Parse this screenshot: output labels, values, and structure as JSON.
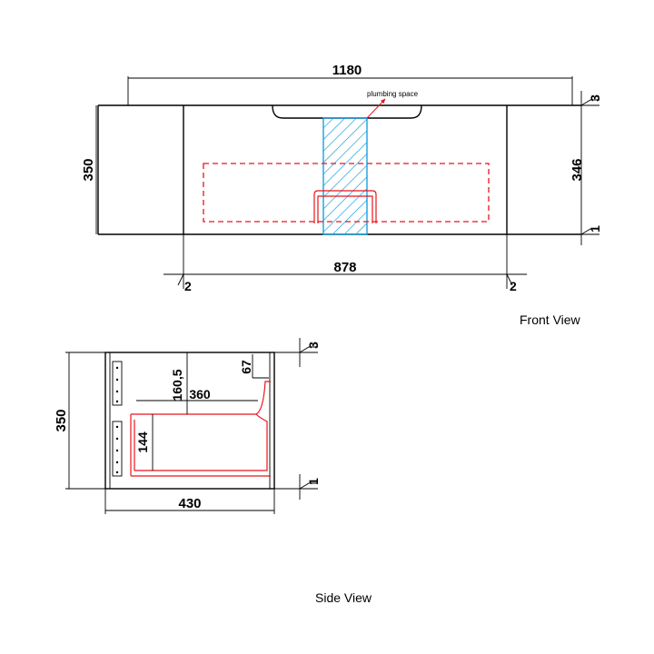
{
  "front_view": {
    "label": "Front View",
    "dimensions": {
      "overall_width": "1180",
      "inner_width": "878",
      "height": "350",
      "inner_height": "346",
      "top_gap": "3",
      "bottom_gap": "1",
      "left_gap": "2",
      "right_gap": "2"
    },
    "annotation": "plumbing space"
  },
  "side_view": {
    "label": "Side View",
    "dimensions": {
      "depth": "430",
      "height": "350",
      "top_gap": "3",
      "bottom_gap": "1",
      "drawer_offset": "160,5",
      "drawer_depth": "360",
      "drawer_height": "144",
      "notch": "67"
    }
  },
  "colors": {
    "line": "#000000",
    "cutout": "#e8141c",
    "plumbing_hatch": "#1aa0e0"
  }
}
